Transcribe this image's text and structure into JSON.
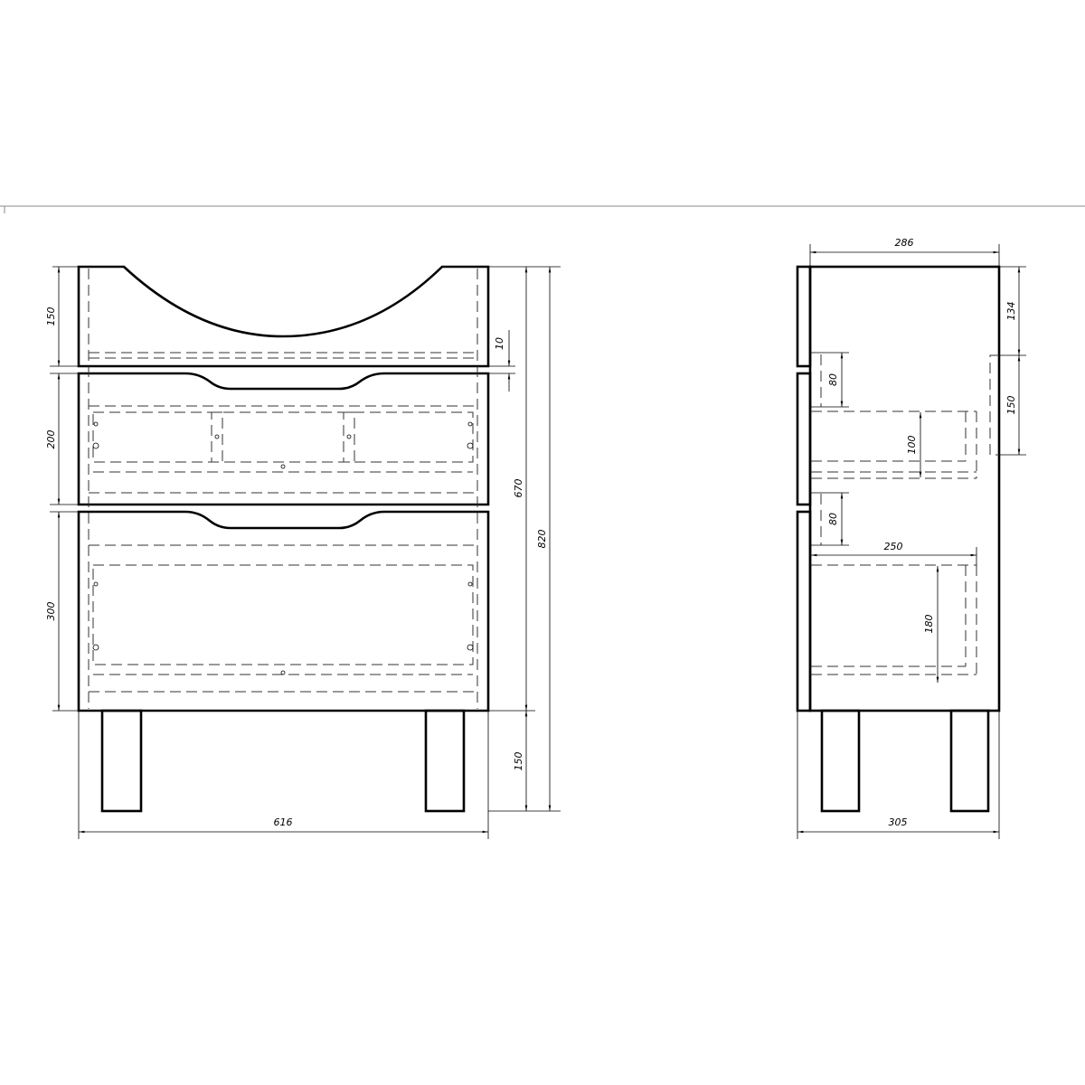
{
  "drawing": {
    "front_view": {
      "dims": {
        "top_panel_height": "150",
        "drawer1_height": "200",
        "drawer2_height": "300",
        "gap": "10",
        "body_height": "670",
        "total_height": "820",
        "leg_height": "150",
        "width": "616"
      }
    },
    "side_view": {
      "dims": {
        "body_depth": "286",
        "top_offset": "134",
        "back_cutout": "150",
        "drawer1_front_gap": "80",
        "drawer1_box_height": "100",
        "drawer2_front_gap": "80",
        "drawer2_box_depth": "250",
        "drawer2_box_height": "180",
        "total_depth": "305"
      }
    }
  }
}
